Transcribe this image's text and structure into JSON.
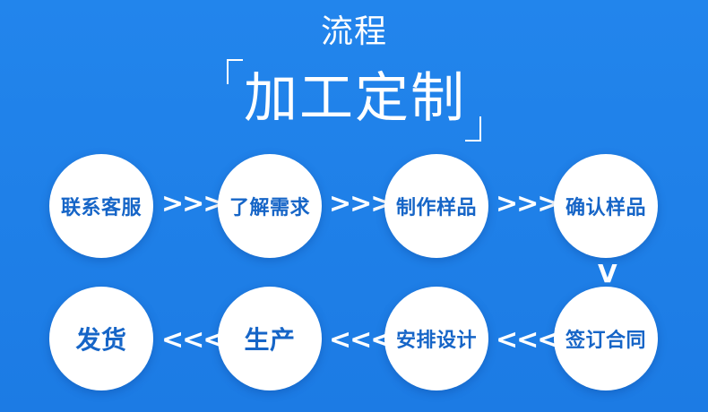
{
  "header": {
    "subtitle": "流程",
    "title": "加工定制"
  },
  "steps": [
    {
      "label": "联系客服"
    },
    {
      "label": "了解需求"
    },
    {
      "label": "制作样品"
    },
    {
      "label": "确认样品"
    },
    {
      "label": "签订合同"
    },
    {
      "label": "安排设计"
    },
    {
      "label": "生产"
    },
    {
      "label": "发货"
    }
  ],
  "arrows": {
    "forward": ">>>",
    "backward": "<<<",
    "down": "V"
  },
  "colors": {
    "background": "#1f7fe6",
    "circle": "#ffffff",
    "step_text": "#1665c7",
    "title_text": "#ffffff"
  }
}
